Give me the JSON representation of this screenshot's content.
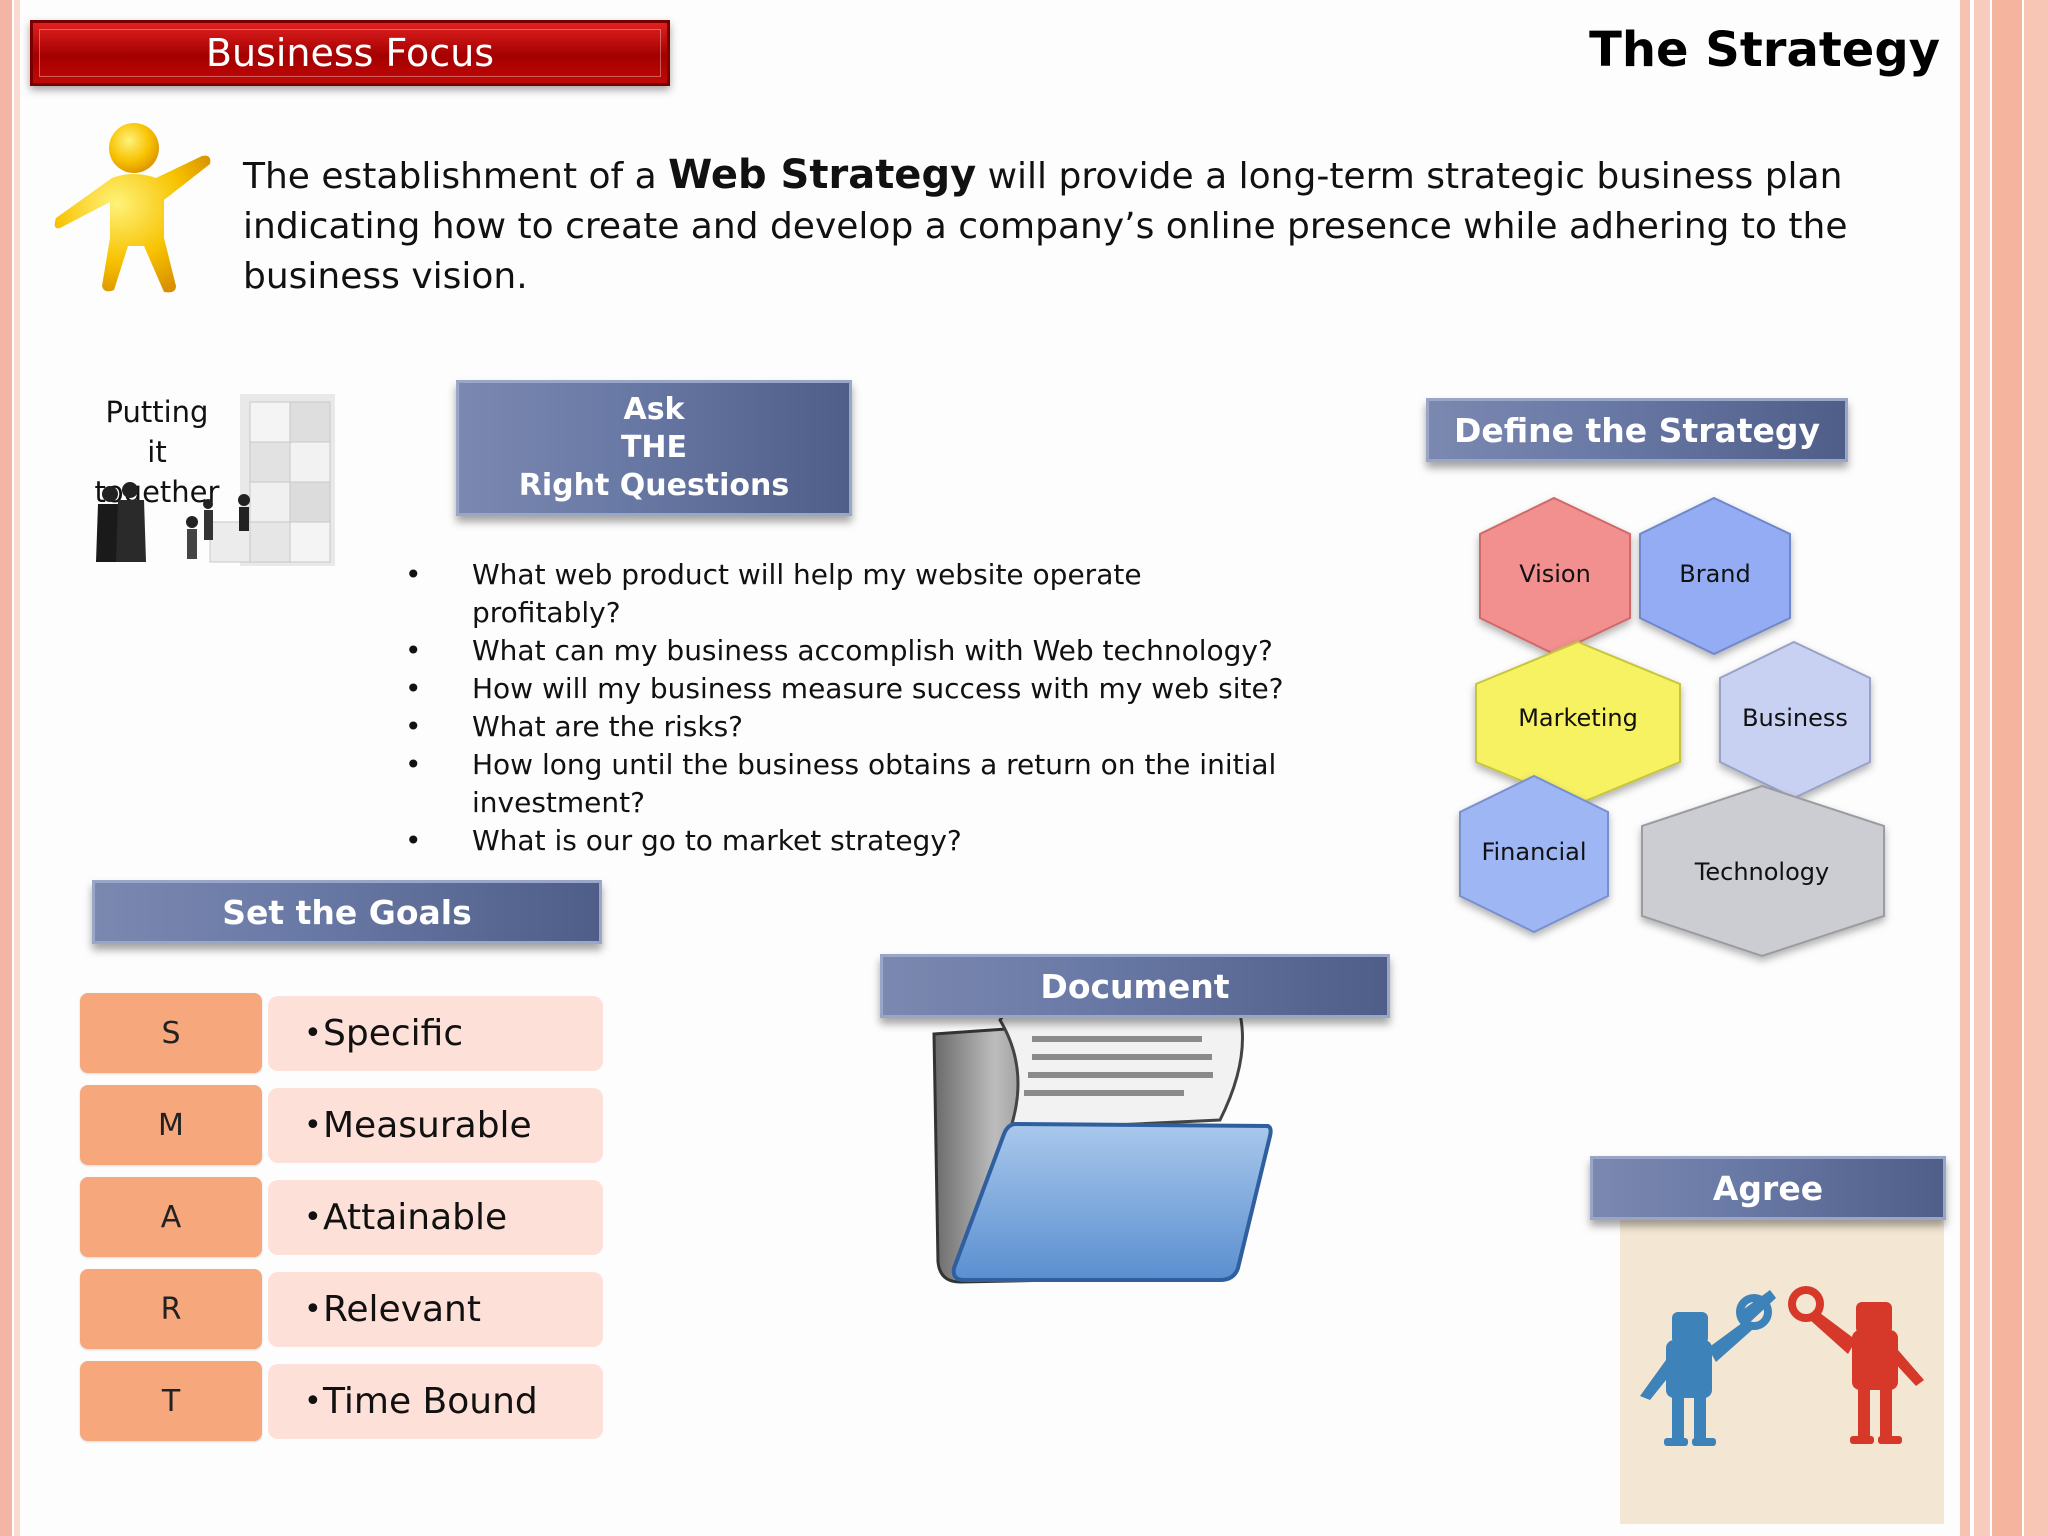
{
  "header": {
    "banner_title": "Business Focus",
    "slide_title": "The Strategy"
  },
  "intro": {
    "prefix": "The establishment of a ",
    "emphasis": "Web Strategy",
    "suffix": " will provide a long-term strategic business plan indicating how to create and develop a company’s online presence while adhering to the business vision."
  },
  "putting_together": {
    "line1": "Putting it",
    "line2": "together"
  },
  "ask": {
    "line1": "Ask",
    "line2": "THE",
    "line3": "Right Questions",
    "questions": [
      "What web product will help my website operate profitably?",
      "What can my business accomplish with Web technology?",
      "How will my business measure success with my web site?",
      "What are the  risks?",
      "How long until the business obtains a return on the initial investment?",
      "What is our go to market strategy?"
    ],
    "bullet": "•"
  },
  "define": {
    "title": "Define the Strategy",
    "hexagons": [
      "Vision",
      "Brand",
      "Marketing",
      "Business",
      "Financial",
      "Technology"
    ],
    "colors": {
      "vision": "#f08a8a",
      "brand": "#8fa8f2",
      "marketing": "#f5f060",
      "business": "#c4cdf0",
      "financial": "#9cb4f4",
      "technology": "#c8cacf"
    }
  },
  "goals": {
    "title": "Set the Goals",
    "rows": [
      {
        "letter": "S",
        "word": "Specific"
      },
      {
        "letter": "M",
        "word": "Measurable"
      },
      {
        "letter": "A",
        "word": "Attainable"
      },
      {
        "letter": "R",
        "word": "Relevant"
      },
      {
        "letter": "T",
        "word": "Time Bound"
      }
    ],
    "bullet": "•"
  },
  "document": {
    "title": "Document"
  },
  "agree": {
    "title": "Agree"
  },
  "colors": {
    "banner_red": "#b00000",
    "label_blue": "#6a7aa6",
    "smart_letter": "#f7a77c",
    "smart_word": "#fde0d8",
    "stripe_pink": "#f5b7a5"
  }
}
